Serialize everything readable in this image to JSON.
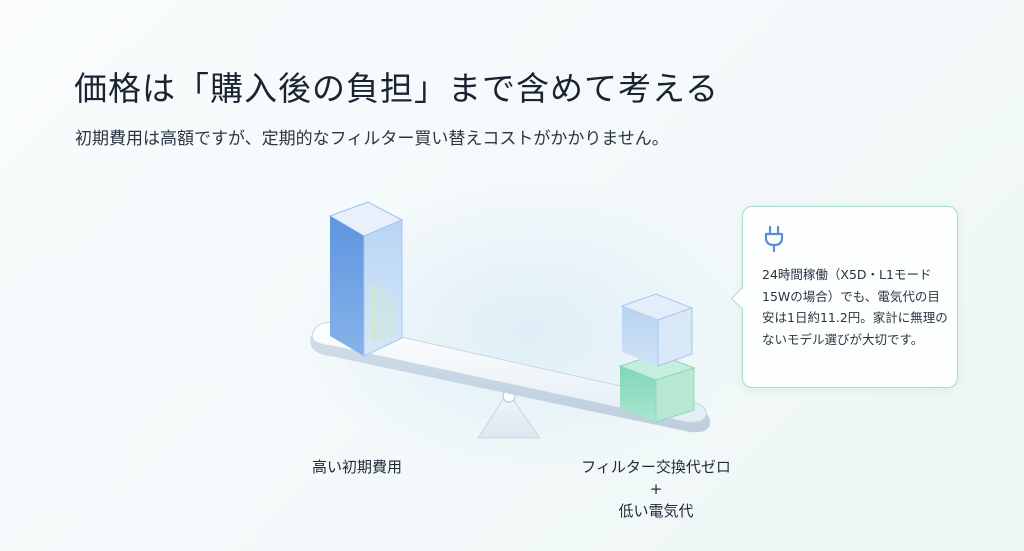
{
  "header": {
    "title": "価格は「購入後の負担」まで含めて考える",
    "subtitle": "初期費用は高額ですが、定期的なフィルター買い替えコストがかかりません。"
  },
  "labels": {
    "left": "高い初期費用",
    "right_line1": "フィルター交換代ゼロ",
    "right_plus": "+",
    "right_line2": "低い電気代"
  },
  "info_card": {
    "icon": "plug-icon",
    "text": "24時間稼働（X5D・L1モード 15Wの場合）でも、電気代の目安は1日約11.2円。家計に無理のないモデル選びが大切です。"
  },
  "colors": {
    "card_border": "#a9dccb",
    "accent_blue": "#5b8fd9",
    "accent_green": "#7fd3b5"
  }
}
